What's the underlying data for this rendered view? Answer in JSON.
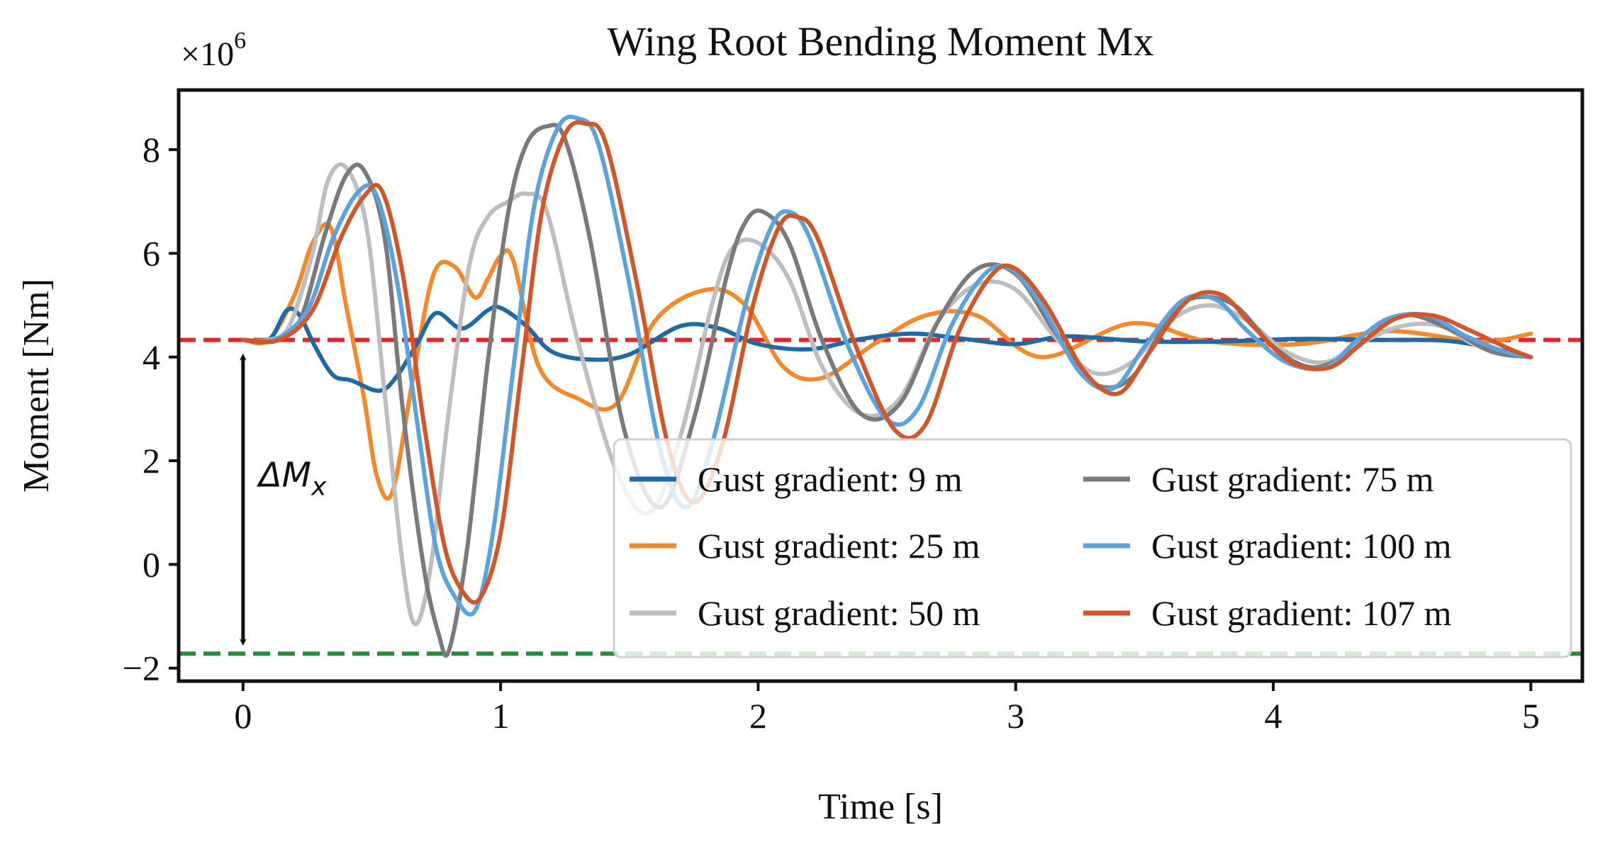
{
  "chart_data": {
    "type": "line",
    "title": "Wing Root Bending Moment Mx",
    "xlabel": "Time [s]",
    "ylabel": "Moment [Nm]",
    "y_multiplier_label": "×10",
    "y_multiplier_exp": "6",
    "xlim": [
      -0.25,
      5.2
    ],
    "ylim": [
      -2.25,
      9.15
    ],
    "xticks": [
      0,
      1,
      2,
      3,
      4,
      5
    ],
    "yticks": [
      -2,
      0,
      2,
      4,
      6,
      8
    ],
    "xtick_labels": [
      "0",
      "1",
      "2",
      "3",
      "4",
      "5"
    ],
    "ytick_labels": [
      "−2",
      "0",
      "2",
      "4",
      "6",
      "8"
    ],
    "grid": false,
    "legend_position": "lower-right",
    "reference_lines": [
      {
        "y": 4.33,
        "color": "#e8242b",
        "style": "dashed"
      },
      {
        "y": -1.72,
        "color": "#2a8a3e",
        "style": "dashed"
      }
    ],
    "annotation": {
      "text_base": "ΔM",
      "text_sub": "x",
      "x": 0.0,
      "y_from": 4.0,
      "y_to": -1.5
    },
    "series": [
      {
        "name": "Gust gradient: 9 m",
        "color": "#1f6aa5",
        "x": [
          0,
          0.1,
          0.17,
          0.22,
          0.28,
          0.35,
          0.42,
          0.53,
          0.6,
          0.68,
          0.75,
          0.85,
          0.95,
          1.0,
          1.1,
          1.2,
          1.35,
          1.5,
          1.7,
          1.85,
          2.0,
          2.2,
          2.4,
          2.6,
          2.8,
          3.0,
          3.2,
          3.5,
          3.8,
          4.1,
          4.4,
          4.7,
          5.0
        ],
        "y": [
          4.33,
          4.33,
          4.9,
          4.8,
          4.2,
          3.65,
          3.55,
          3.35,
          3.65,
          4.3,
          4.85,
          4.55,
          4.9,
          4.95,
          4.6,
          4.1,
          3.95,
          4.05,
          4.6,
          4.55,
          4.25,
          4.15,
          4.35,
          4.45,
          4.35,
          4.25,
          4.4,
          4.3,
          4.3,
          4.35,
          4.33,
          4.3,
          4.0
        ]
      },
      {
        "name": "Gust gradient: 25 m",
        "color": "#f5892a",
        "x": [
          0,
          0.1,
          0.2,
          0.27,
          0.34,
          0.4,
          0.47,
          0.52,
          0.58,
          0.66,
          0.74,
          0.82,
          0.9,
          0.95,
          1.0,
          1.05,
          1.15,
          1.3,
          1.45,
          1.6,
          1.8,
          1.95,
          2.1,
          2.25,
          2.45,
          2.65,
          2.85,
          3.1,
          3.45,
          3.75,
          4.1,
          4.45,
          4.8,
          5.0
        ],
        "y": [
          4.33,
          4.33,
          5.2,
          6.2,
          6.5,
          5.0,
          3.2,
          1.7,
          1.4,
          3.6,
          5.6,
          5.75,
          5.15,
          5.5,
          5.95,
          5.85,
          3.8,
          3.2,
          3.1,
          4.7,
          5.3,
          5.0,
          3.8,
          3.6,
          4.25,
          4.8,
          4.8,
          4.0,
          4.65,
          4.3,
          4.25,
          4.5,
          4.3,
          4.45
        ]
      },
      {
        "name": "Gust gradient: 50 m",
        "color": "#bdbdc2",
        "x": [
          0,
          0.1,
          0.18,
          0.27,
          0.33,
          0.4,
          0.48,
          0.55,
          0.62,
          0.67,
          0.73,
          0.8,
          0.88,
          0.95,
          1.03,
          1.1,
          1.18,
          1.3,
          1.45,
          1.58,
          1.7,
          1.82,
          1.9,
          2.0,
          2.12,
          2.25,
          2.4,
          2.55,
          2.7,
          2.85,
          3.0,
          3.15,
          3.3,
          3.45,
          3.6,
          3.75,
          3.9,
          4.05,
          4.2,
          4.35,
          4.5,
          4.65,
          4.8,
          5.0
        ],
        "y": [
          4.33,
          4.33,
          4.6,
          6.0,
          7.4,
          7.65,
          6.5,
          3.3,
          0.0,
          -1.15,
          0.0,
          3.0,
          5.8,
          6.7,
          7.0,
          7.15,
          6.8,
          4.3,
          1.8,
          1.0,
          2.5,
          5.0,
          6.1,
          6.2,
          5.5,
          3.8,
          2.9,
          3.2,
          4.7,
          5.4,
          5.3,
          4.4,
          3.7,
          3.9,
          4.7,
          5.0,
          4.7,
          4.1,
          3.9,
          4.3,
          4.6,
          4.6,
          4.2,
          4.0
        ]
      },
      {
        "name": "Gust gradient: 75 m",
        "color": "#7a7a7e",
        "x": [
          0,
          0.12,
          0.22,
          0.32,
          0.4,
          0.47,
          0.55,
          0.62,
          0.7,
          0.76,
          0.8,
          0.87,
          0.95,
          1.03,
          1.1,
          1.18,
          1.25,
          1.35,
          1.48,
          1.62,
          1.75,
          1.88,
          1.95,
          2.02,
          2.12,
          2.25,
          2.4,
          2.55,
          2.7,
          2.85,
          3.0,
          3.15,
          3.3,
          3.45,
          3.6,
          3.7,
          3.85,
          4.0,
          4.15,
          4.3,
          4.45,
          4.55,
          4.7,
          4.85,
          5.0
        ],
        "y": [
          4.33,
          4.33,
          4.7,
          6.4,
          7.5,
          7.6,
          6.3,
          3.0,
          0.0,
          -1.35,
          -1.65,
          0.3,
          3.9,
          6.8,
          8.1,
          8.45,
          8.2,
          6.2,
          2.6,
          1.1,
          2.8,
          5.6,
          6.6,
          6.8,
          6.2,
          4.3,
          2.9,
          3.1,
          4.7,
          5.7,
          5.6,
          4.5,
          3.5,
          3.6,
          4.8,
          5.15,
          5.0,
          4.2,
          3.8,
          4.1,
          4.7,
          4.8,
          4.5,
          4.1,
          4.0
        ]
      },
      {
        "name": "Gust gradient: 100 m",
        "color": "#5ca3dd",
        "x": [
          0,
          0.12,
          0.25,
          0.35,
          0.45,
          0.52,
          0.6,
          0.68,
          0.75,
          0.82,
          0.9,
          0.97,
          1.05,
          1.13,
          1.22,
          1.3,
          1.38,
          1.5,
          1.62,
          1.72,
          1.82,
          1.95,
          2.05,
          2.12,
          2.2,
          2.35,
          2.5,
          2.62,
          2.75,
          2.88,
          2.98,
          3.1,
          3.25,
          3.38,
          3.5,
          3.65,
          3.78,
          3.9,
          4.05,
          4.2,
          4.32,
          4.45,
          4.6,
          4.75,
          4.9,
          5.0
        ],
        "y": [
          4.33,
          4.33,
          4.9,
          6.3,
          7.2,
          7.1,
          5.4,
          2.6,
          0.3,
          -0.6,
          -0.9,
          0.6,
          3.8,
          6.9,
          8.4,
          8.6,
          8.1,
          5.4,
          2.2,
          1.1,
          2.3,
          5.0,
          6.5,
          6.8,
          6.3,
          4.2,
          2.8,
          3.0,
          4.6,
          5.6,
          5.7,
          5.0,
          3.7,
          3.4,
          4.2,
          5.1,
          5.1,
          4.5,
          3.9,
          3.8,
          4.3,
          4.75,
          4.8,
          4.4,
          4.1,
          4.0
        ]
      },
      {
        "name": "Gust gradient: 107 m",
        "color": "#d2562a",
        "x": [
          0,
          0.14,
          0.27,
          0.38,
          0.47,
          0.54,
          0.62,
          0.7,
          0.78,
          0.85,
          0.92,
          1.0,
          1.08,
          1.16,
          1.25,
          1.33,
          1.41,
          1.53,
          1.65,
          1.75,
          1.86,
          1.98,
          2.08,
          2.15,
          2.23,
          2.38,
          2.53,
          2.65,
          2.78,
          2.91,
          3.0,
          3.12,
          3.27,
          3.4,
          3.52,
          3.67,
          3.8,
          3.92,
          4.07,
          4.22,
          4.35,
          4.48,
          4.62,
          4.77,
          4.92,
          5.0
        ],
        "y": [
          4.33,
          4.33,
          4.9,
          6.3,
          7.1,
          7.2,
          5.6,
          2.8,
          0.4,
          -0.5,
          -0.65,
          0.6,
          3.7,
          6.8,
          8.3,
          8.5,
          8.1,
          5.4,
          2.3,
          1.2,
          2.3,
          5.0,
          6.5,
          6.7,
          6.3,
          4.2,
          2.6,
          2.7,
          4.5,
          5.6,
          5.7,
          5.0,
          3.7,
          3.3,
          4.1,
          5.1,
          5.2,
          4.6,
          3.9,
          3.8,
          4.3,
          4.75,
          4.8,
          4.5,
          4.15,
          4.0
        ]
      }
    ]
  }
}
